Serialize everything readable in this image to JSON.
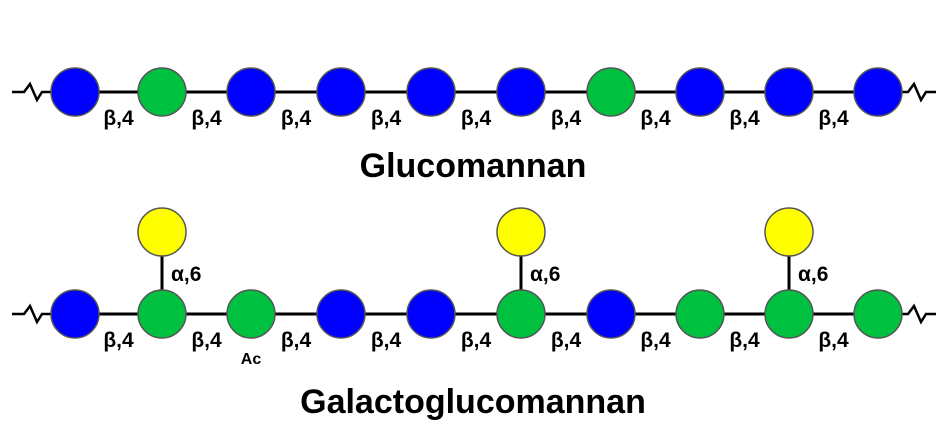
{
  "colors": {
    "mannose": "#0000ff",
    "glucose": "#00c040",
    "galactose": "#ffff00",
    "bond": "#000000"
  },
  "glucomannan": {
    "title": "Glucomannan",
    "chain": [
      "mannose",
      "glucose",
      "mannose",
      "mannose",
      "mannose",
      "mannose",
      "glucose",
      "mannose",
      "mannose",
      "mannose"
    ],
    "linkages": [
      "β,4",
      "β,4",
      "β,4",
      "β,4",
      "β,4",
      "β,4",
      "β,4",
      "β,4",
      "β,4"
    ]
  },
  "galactoglucomannan": {
    "title": "Galactoglucomannan",
    "chain": [
      "mannose",
      "glucose",
      "glucose",
      "mannose",
      "mannose",
      "glucose",
      "mannose",
      "glucose",
      "glucose",
      "glucose"
    ],
    "linkages": [
      "β,4",
      "β,4",
      "β,4",
      "β,4",
      "β,4",
      "β,4",
      "β,4",
      "β,4",
      "β,4"
    ],
    "branches": [
      {
        "position": 1,
        "residue": "galactose",
        "linkage": "α,6"
      },
      {
        "position": 5,
        "residue": "galactose",
        "linkage": "α,6"
      },
      {
        "position": 8,
        "residue": "galactose",
        "linkage": "α,6"
      }
    ],
    "modifications": [
      {
        "position": 2,
        "label": "Ac"
      }
    ]
  }
}
